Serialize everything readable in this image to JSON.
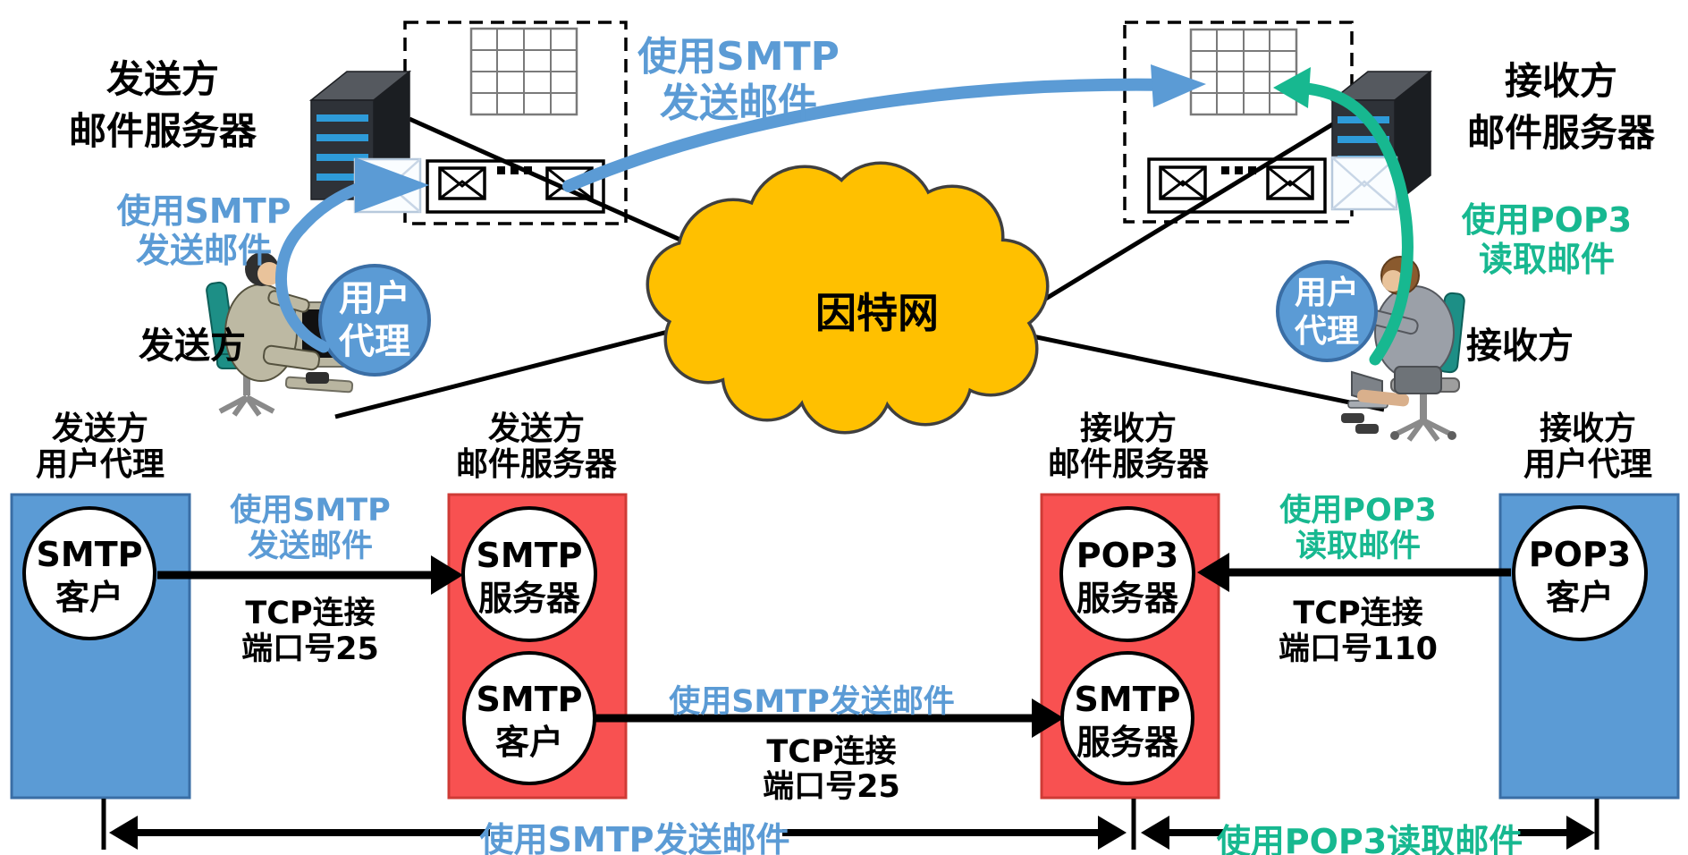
{
  "colors": {
    "blue": "#5B9BD5",
    "red": "#F85151",
    "green": "#17B890",
    "cloud_yellow": "#FFC000",
    "black": "#000000"
  },
  "top": {
    "sender_mail_server": [
      "发送方",
      "邮件服务器"
    ],
    "receiver_mail_server": [
      "接收方",
      "邮件服务器"
    ],
    "smtp_send_left": [
      "使用SMTP",
      "发送邮件"
    ],
    "smtp_send_top": [
      "使用SMTP",
      "发送邮件"
    ],
    "pop3_read_right": [
      "使用POP3",
      "读取邮件"
    ],
    "sender": "发送方",
    "receiver": "接收方",
    "user_agent": [
      "用户",
      "代理"
    ],
    "internet": "因特网"
  },
  "bottom": {
    "sender_user_agent": {
      "header": [
        "发送方",
        "用户代理"
      ],
      "circle1": [
        "SMTP",
        "客户"
      ]
    },
    "sender_mail_server": {
      "header": [
        "发送方",
        "邮件服务器"
      ],
      "circle1": [
        "SMTP",
        "服务器"
      ],
      "circle2": [
        "SMTP",
        "客户"
      ]
    },
    "receiver_mail_server": {
      "header": [
        "接收方",
        "邮件服务器"
      ],
      "circle1": [
        "POP3",
        "服务器"
      ],
      "circle2": [
        "SMTP",
        "服务器"
      ]
    },
    "receiver_user_agent": {
      "header": [
        "接收方",
        "用户代理"
      ],
      "circle1": [
        "POP3",
        "客户"
      ]
    },
    "arrow_ua_to_server": {
      "label": [
        "使用SMTP",
        "发送邮件"
      ],
      "sublabel": [
        "TCP连接",
        "端口号25"
      ]
    },
    "arrow_server_to_server": {
      "label": "使用SMTP发送邮件",
      "sublabel": [
        "TCP连接",
        "端口号25"
      ]
    },
    "arrow_pop3_read": {
      "label": [
        "使用POP3",
        "读取邮件"
      ],
      "sublabel": [
        "TCP连接",
        "端口号110"
      ]
    },
    "span_smtp": "使用SMTP发送邮件",
    "span_pop3": "使用POP3读取邮件"
  }
}
